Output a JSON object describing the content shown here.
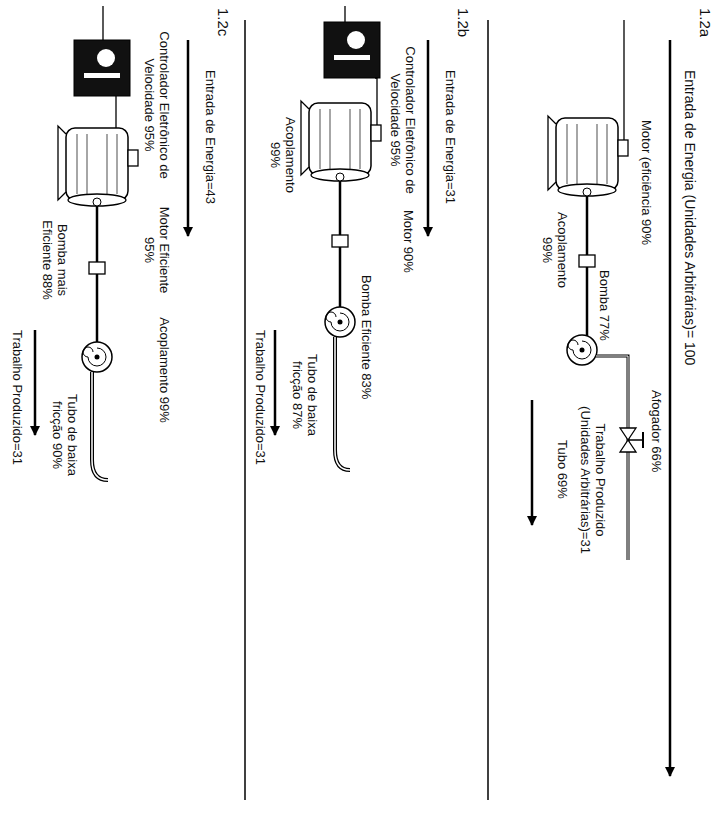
{
  "diagram": {
    "labels": [
      "1.2a",
      "Entrada de Energia (Unidades Arbitrárias)= 100",
      "Motor (eficiência 90%",
      "Acoplamento 99%",
      "Bomba 77%",
      "Afogador 66%",
      "Trabalho Produzido (Unidades Arbitrárias)=31",
      "Tubo 69%",
      "1.2b",
      "Entrada de Energia=31",
      "Controlador Eletrônico de Velocidade 95%",
      "Motor 90%",
      "Acoplamento 99%",
      "Bomba Eficiente 83%",
      "Tubo de baixa fricção 87%",
      "Trabalho Produzido=31",
      "1.2c",
      "Entrada de Energia=43",
      "Controlador Eletrônico de Velocidade 95%",
      "Motor Eficiente 95%",
      "Acoplamento 99%",
      "Bomba mais Eficiente 88%",
      "Tubo de baixa fricção 90%",
      "Trabalho Produzido=31"
    ]
  }
}
